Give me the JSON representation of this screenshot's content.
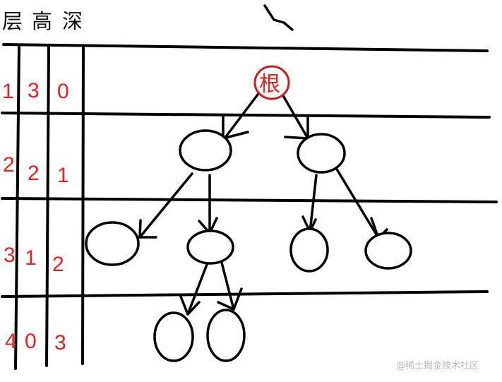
{
  "headers": {
    "layer": "层",
    "height": "高",
    "depth": "深"
  },
  "rows": [
    {
      "layer": "1",
      "height": "3",
      "depth": "0"
    },
    {
      "layer": "2",
      "height": "2",
      "depth": "1"
    },
    {
      "layer": "3",
      "height": "1",
      "depth": "2"
    },
    {
      "layer": "4",
      "height": "0",
      "depth": "3"
    }
  ],
  "tree": {
    "root_label": "根"
  },
  "watermark": "@稀土掘金技术社区",
  "colors": {
    "numbers": "#e8201f",
    "root_outline": "#c8201c",
    "ink": "#000000"
  }
}
